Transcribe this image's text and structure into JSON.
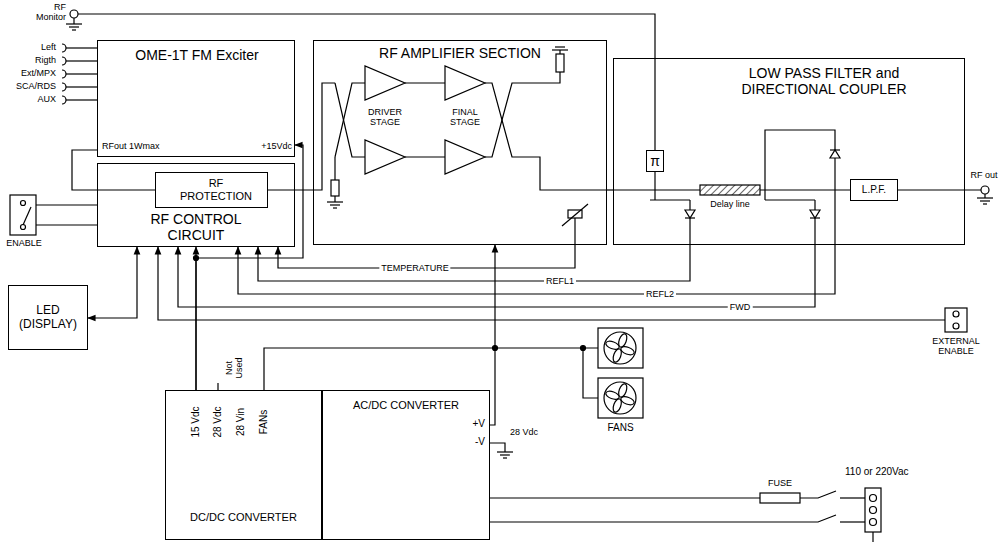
{
  "diagram": {
    "nodes": [
      {
        "text": [
          "OME-1T FM Exciter",
          "RFout 1Wmax",
          "+15Vdc"
        ]
      },
      {
        "text": [
          "RF CONTROL CIRCUIT"
        ]
      },
      {
        "text": [
          "RF PROTECTION"
        ],
        "in": 1
      },
      {
        "text": [
          "RF AMPLIFIER SECTION"
        ]
      },
      {
        "text": [
          "LOW PASS FILTER and DIRECTIONAL COUPLER"
        ]
      },
      {
        "text": [
          "π"
        ],
        "in": 4
      },
      {
        "text": [
          "L.P.F."
        ],
        "in": 4
      },
      {
        "text": [
          "LED (DISPLAY)"
        ]
      },
      {
        "text": [
          "DC/DC CONVERTER"
        ]
      },
      {
        "text": [
          "AC/DC CONVERTER"
        ]
      }
    ],
    "edges": [
      {
        "from": 0,
        "to": 2,
        "arrow": "none"
      },
      {
        "from": 2,
        "to": 3,
        "arrow": "none"
      },
      {
        "from": 3,
        "to": 4,
        "arrow": "none"
      },
      {
        "from": 3,
        "to": 1,
        "arrow": "to",
        "label": "TEMPERATURE"
      },
      {
        "from": 4,
        "to": 1,
        "arrow": "to",
        "label": "REFL1"
      },
      {
        "from": 4,
        "to": 1,
        "arrow": "to",
        "label": "REFL2"
      },
      {
        "from": 4,
        "to": 1,
        "arrow": "to",
        "label": "FWD"
      },
      {
        "from": 7,
        "to": 1,
        "arrow": "both"
      },
      {
        "from": 8,
        "to": 1,
        "arrow": "to"
      },
      {
        "from": 8,
        "to": 0,
        "arrow": "to"
      },
      {
        "from": 9,
        "to": 3,
        "arrow": "to",
        "label": "28 Vdc"
      }
    ],
    "labels": [
      "RF Monitor",
      "Left",
      "Rigth",
      "Ext/MPX",
      "SCA/RDS",
      "AUX",
      "DRIVER STAGE",
      "FINAL STAGE",
      "Delay line",
      "RF out",
      "ENABLE",
      "EXTERNAL ENABLE",
      "FANS",
      "+V",
      "-V",
      "15 Vdc",
      "28 Vdc",
      "Not Used",
      "28 Vin",
      "FANs",
      "FUSE",
      "110 or 220Vac"
    ]
  }
}
